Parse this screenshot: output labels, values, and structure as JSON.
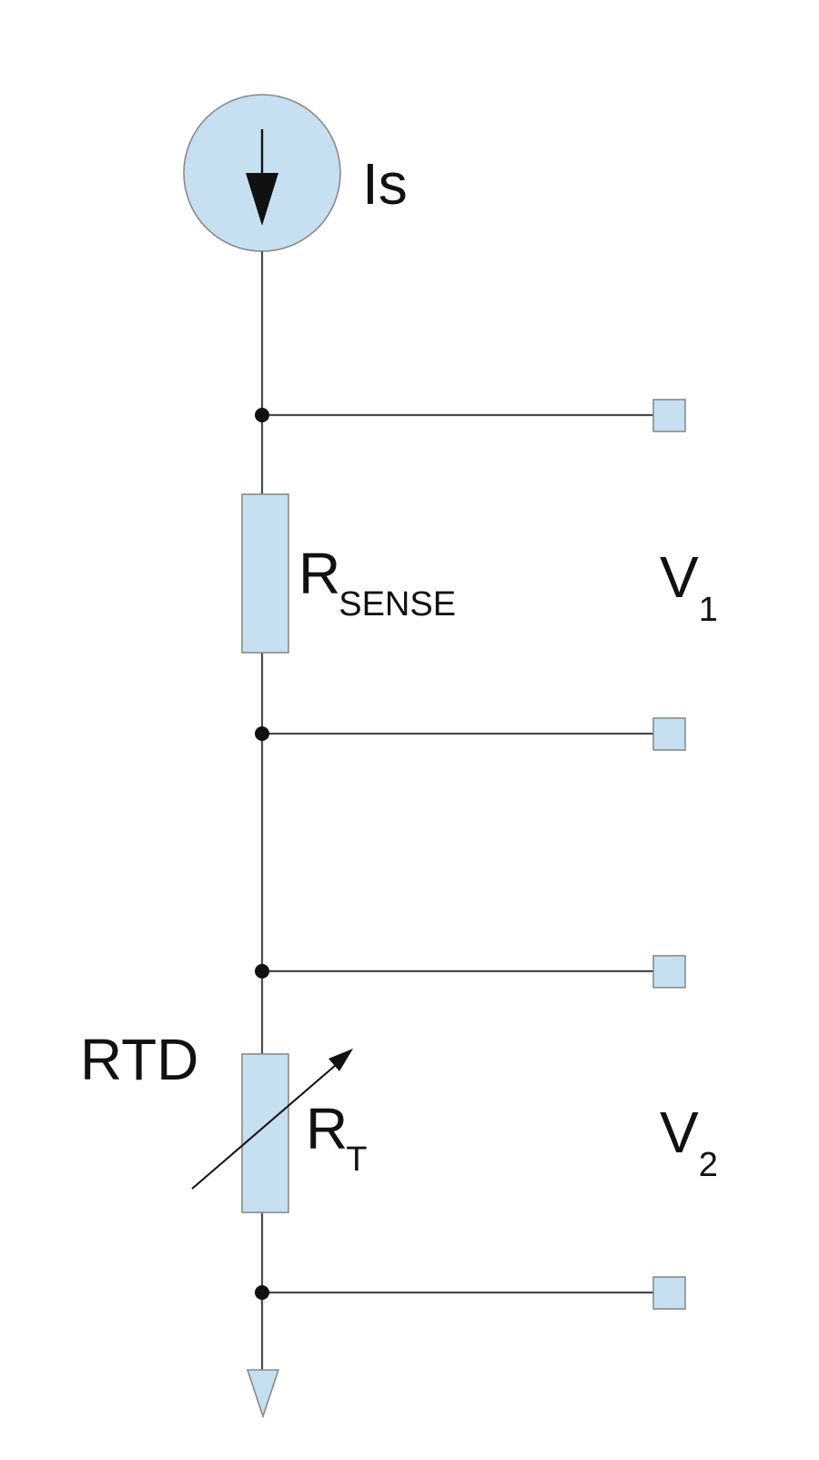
{
  "labels": {
    "source": "Is",
    "sense_resistor_main": "R",
    "sense_resistor_sub": "SENSE",
    "rtd": "RTD",
    "rtd_resistor_main": "R",
    "rtd_resistor_sub": "T",
    "voltage_1_main": "V",
    "voltage_1_sub": "1",
    "voltage_2_main": "V",
    "voltage_2_sub": "2"
  },
  "colors": {
    "component_fill": "#c6dff1",
    "component_stroke": "#8a8a8a",
    "wire": "#4a4a4a",
    "node": "#111111"
  }
}
